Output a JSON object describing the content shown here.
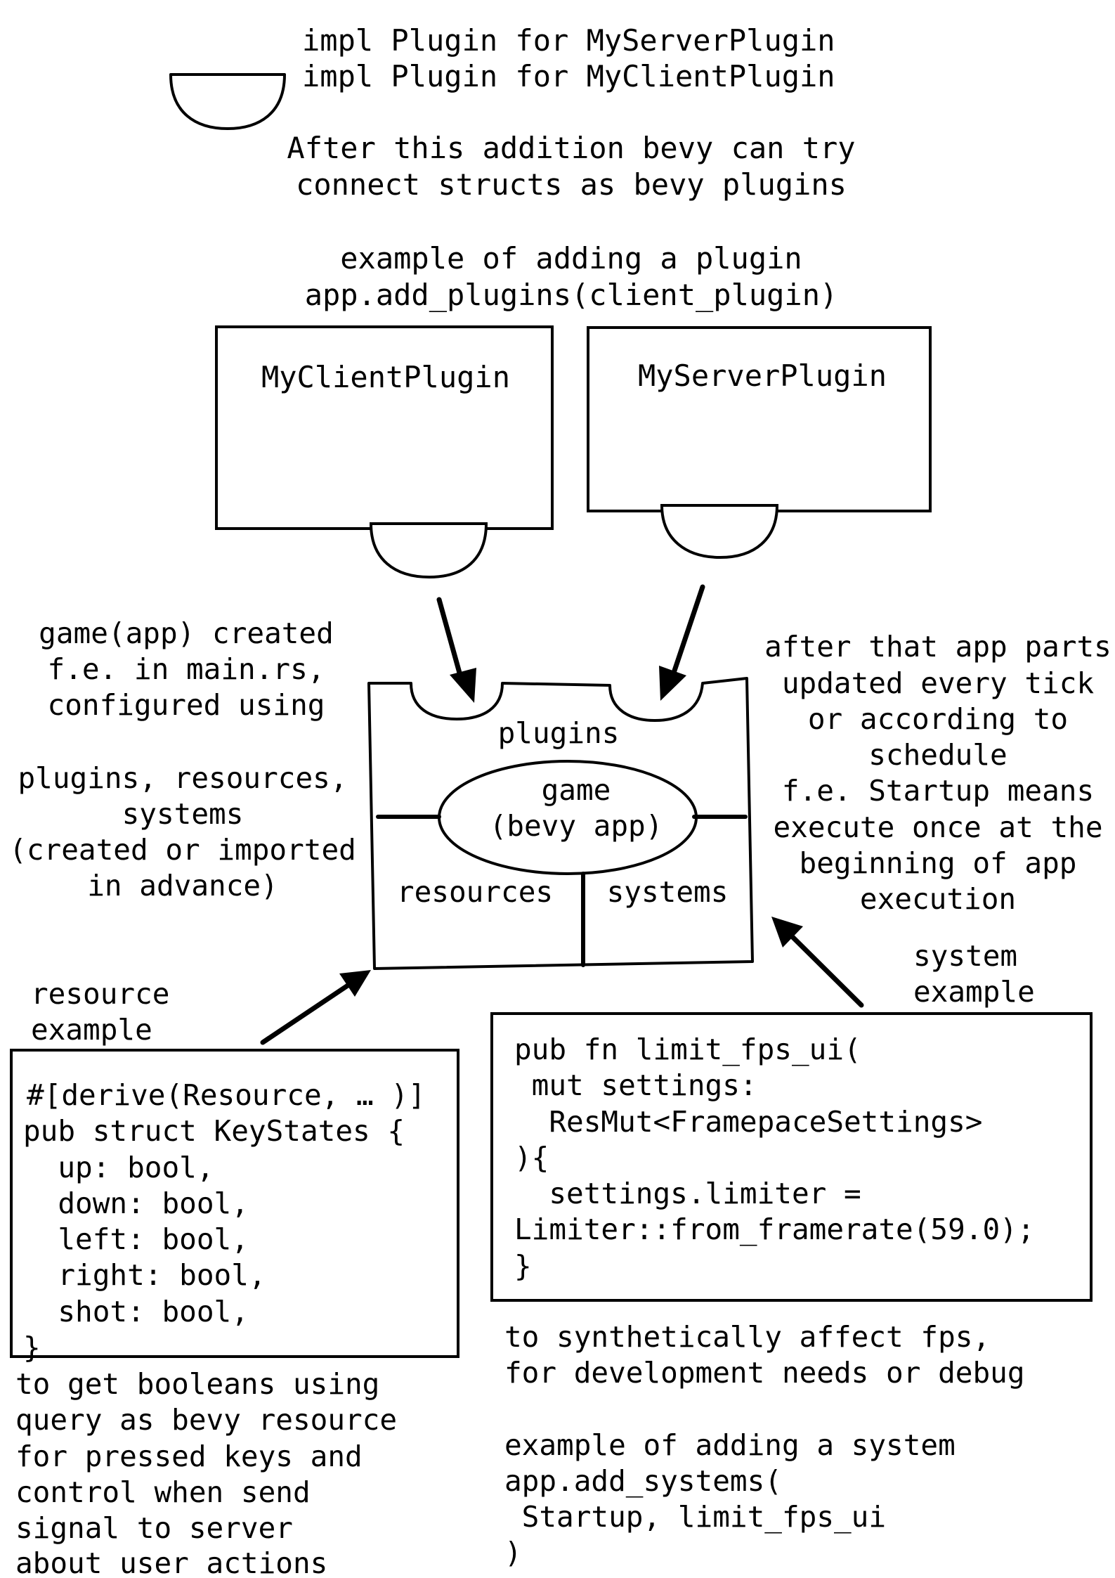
{
  "header": {
    "impl_lines": [
      "impl Plugin for MyServerPlugin",
      "impl Plugin for MyClientPlugin"
    ],
    "note_lines": [
      "After this addition bevy can try",
      "connect structs as bevy plugins"
    ],
    "example_lines": [
      "example of adding a plugin",
      "app.add_plugins(client_plugin)"
    ]
  },
  "plugins": {
    "client_label": "MyClientPlugin",
    "server_label": "MyServerPlugin"
  },
  "left_note": {
    "lines_a": [
      "game(app) created",
      "f.e. in main.rs,",
      "configured using"
    ],
    "lines_b": [
      "plugins, resources,",
      "systems",
      "(created or imported",
      "in advance)"
    ]
  },
  "right_note": {
    "lines": [
      "after that app parts",
      "updated every tick",
      "or according to",
      "schedule",
      "f.e. Startup means",
      "execute once at the",
      "beginning of app",
      "execution"
    ]
  },
  "app": {
    "plugins_label": "plugins",
    "game_lines": [
      "game",
      "(bevy app)"
    ],
    "resources_label": "resources",
    "systems_label": "systems"
  },
  "resource_example": {
    "caption_lines": [
      "resource",
      "example"
    ],
    "code_lines": [
      "#[derive(Resource, … )]",
      "pub struct KeyStates {",
      "  up: bool,",
      "  down: bool,",
      "  left: bool,",
      "  right: bool,",
      "  shot: bool,",
      "}"
    ],
    "note_lines": [
      "to get booleans using",
      "query as bevy resource",
      "for pressed keys and",
      "control when send",
      "signal to server",
      "about user actions"
    ]
  },
  "system_example": {
    "caption_lines": [
      "system",
      "example"
    ],
    "code_lines": [
      "pub fn limit_fps_ui(",
      " mut settings:",
      "  ResMut<FramepaceSettings>",
      "){",
      "  settings.limiter =",
      "Limiter::from_framerate(59.0);",
      "}"
    ],
    "note_lines": [
      "to synthetically affect fps,",
      "for development needs or debug"
    ],
    "example_lines": [
      "example of adding a system",
      "app.add_systems(",
      " Startup, limit_fps_ui",
      ")"
    ]
  }
}
